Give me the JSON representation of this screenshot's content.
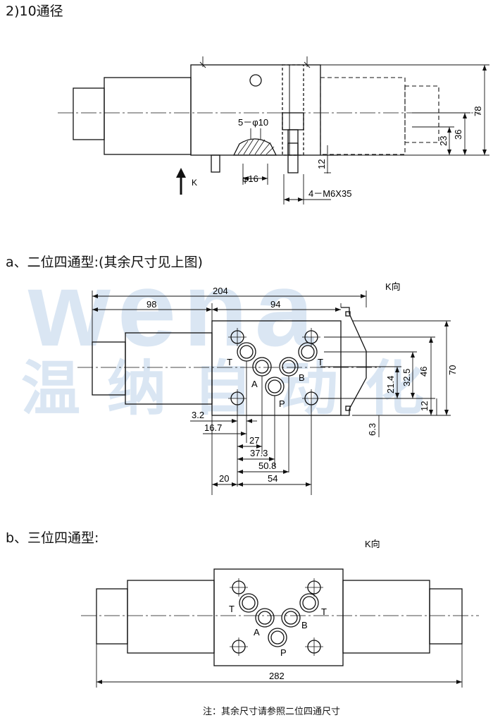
{
  "section1": {
    "title": "2)10通径",
    "labels": {
      "holes": "5－φ10",
      "phi16": "φ16",
      "k": "K",
      "thread": "4－M6X35",
      "d78": "78",
      "d36": "36",
      "d23": "23",
      "d12": "12"
    }
  },
  "section2": {
    "title": "a、二位四通型:(其余尺寸见上图)",
    "k_view": "K向",
    "ports": {
      "t1": "T",
      "t2": "T",
      "a": "A",
      "b": "B",
      "p": "P"
    },
    "dims": {
      "d204": "204",
      "d98": "98",
      "d94": "94",
      "d70": "70",
      "d46": "46",
      "d32_5": "32.5",
      "d21_4": "21.4",
      "d12": "12",
      "d6_3": "6.3",
      "d3_2": "3.2",
      "d16_7": "16.7",
      "d27": "27",
      "d37_3": "37.3",
      "d50_8": "50.8",
      "d20": "20",
      "d54": "54"
    }
  },
  "section3": {
    "title": "b、三位四通型:",
    "k_view": "K向",
    "ports": {
      "t1": "T",
      "t2": "T",
      "a": "A",
      "b": "B",
      "p": "P"
    },
    "dims": {
      "d282": "282"
    }
  },
  "watermark": {
    "latin": "wena",
    "chinese": "温纳自动化"
  },
  "footnote": "注：其余尺寸请参照二位四通尺寸"
}
